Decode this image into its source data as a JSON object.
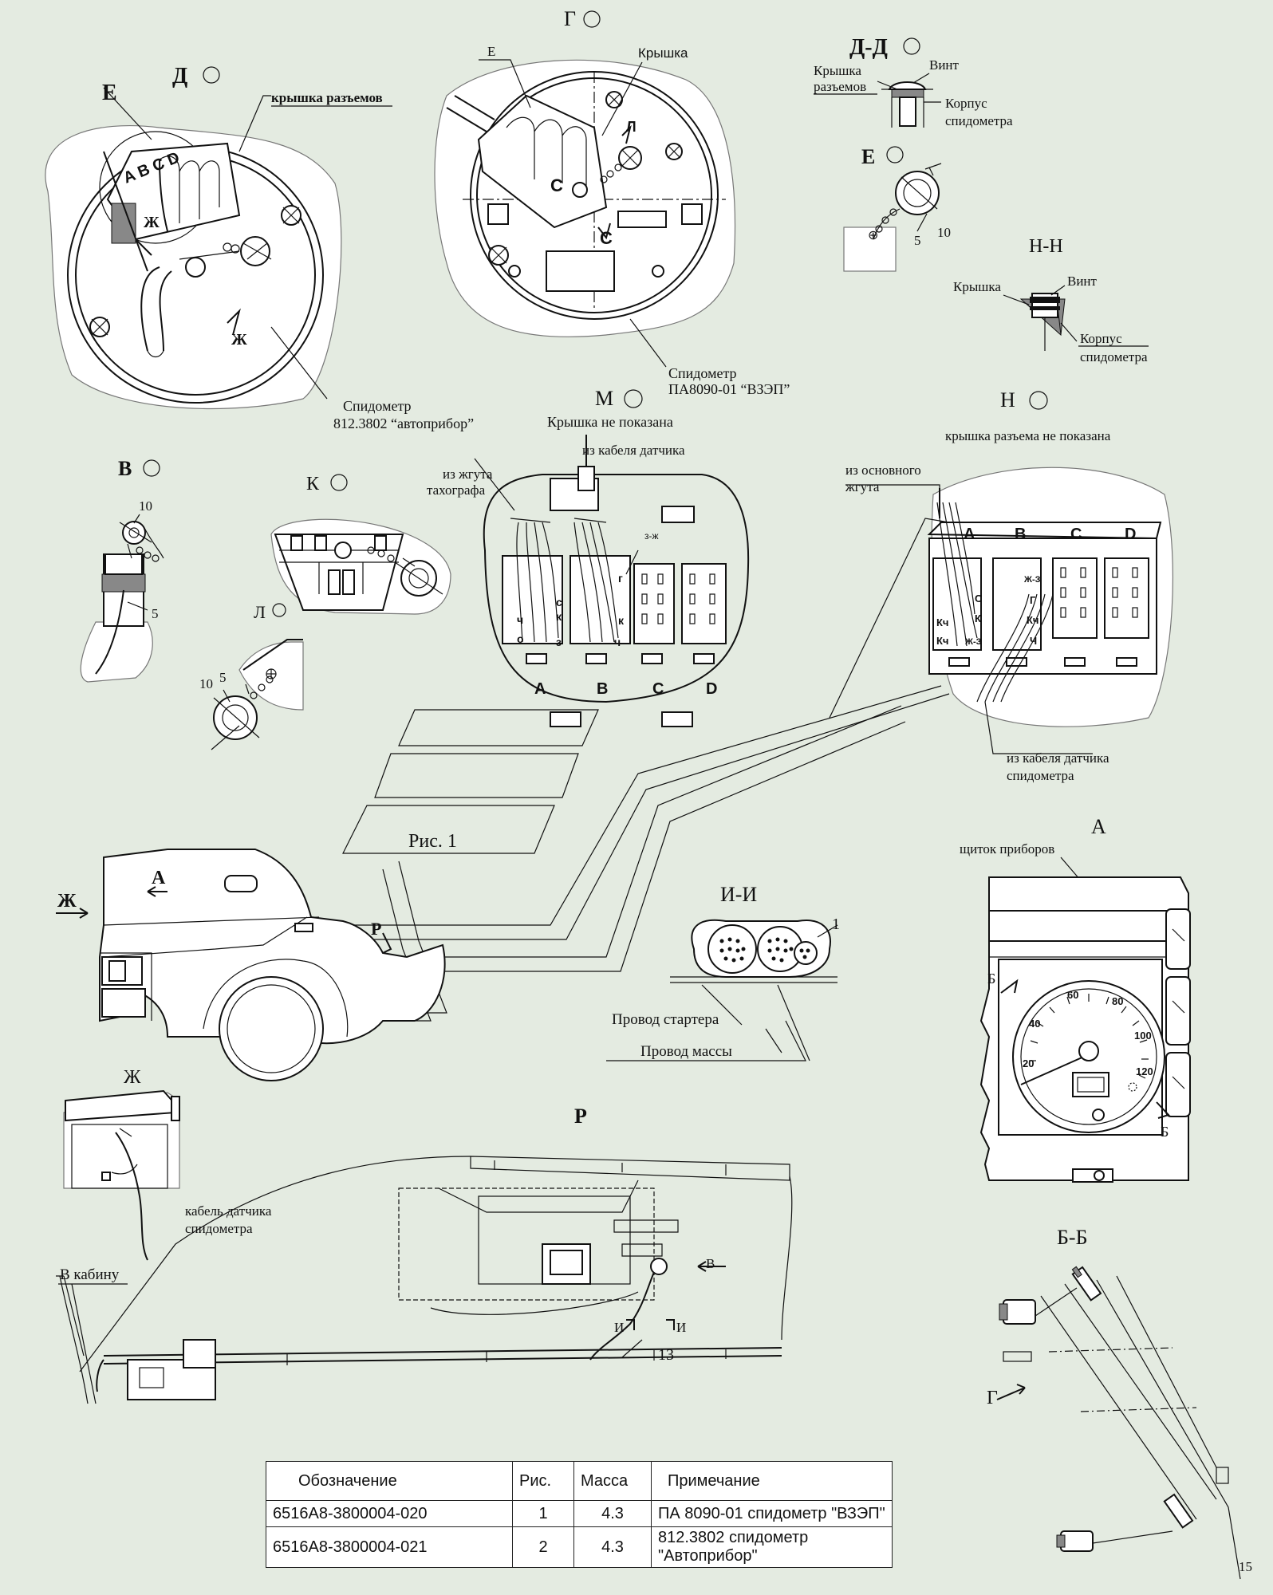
{
  "labels": {
    "d_title": "Д",
    "e_callout": "Е",
    "cover_connectors": "крышка разъемов",
    "conn_letters": "A B C D",
    "zh_arrow": "Ж",
    "speedo1": "Спидометр",
    "speedo1_model": "812.3802 “автоприбор”",
    "g_title": "Г",
    "g_e": "Е",
    "g_cover": "Крышка",
    "g_l": "Л",
    "g_c": "С",
    "speedo2": "Спидометр",
    "speedo2_model": "ПА8090-01 “ВЗЭП”",
    "dd_title": "Д-Д",
    "dd_cover1": "Крышка",
    "dd_cover2": "разъемов",
    "dd_screw": "Винт",
    "dd_body1": "Корпус",
    "dd_body2": "спидометра",
    "e_title": "Е",
    "e_num5": "5",
    "e_num10": "10",
    "hh_title": "Н-Н",
    "hh_cover": "Крышка",
    "hh_screw": "Винт",
    "hh_body1": "Корпус",
    "hh_body2": "спидометра",
    "m_title": "М",
    "m_note": "Крышка не показана",
    "m_sensor": "из кабеля датчика",
    "m_harness1": "из жгута",
    "m_harness2": "тахографа",
    "m_zzh": "з-ж",
    "h_title": "Н",
    "h_note": "крышка разъема не показана",
    "h_main1": "из основного",
    "h_main2": "жгута",
    "h_sensor1": "из кабеля датчика",
    "h_sensor2": "спидометра",
    "v_title": "В",
    "v_num10": "10",
    "v_num5": "5",
    "k_title": "К",
    "l_title": "Л",
    "l_num5": "5",
    "l_num10": "10",
    "fig1": "Рис. 1",
    "truck_a": "А",
    "truck_zh": "Ж",
    "truck_r": "Р",
    "ii_title": "И-И",
    "ii_num1": "1",
    "starter_wire": "Провод стартера",
    "ground_wire": "Провод массы",
    "a_title": "А",
    "panel": "щиток приборов",
    "b_mark": "Б",
    "zh_title": "Ж",
    "zh_cable1": "кабель датчика",
    "zh_cable2": "спидометра",
    "r_title": "Р",
    "to_cab": "В кабину",
    "r_v": "В",
    "r_i": "И",
    "r_num13": "13",
    "bb_title": "Б-Б",
    "bb_g": "Г",
    "page_num": "15",
    "gauge_ticks": [
      "20",
      "40",
      "60",
      "80",
      "100",
      "120"
    ],
    "m_wire_labels": [
      "с",
      "к",
      "ч",
      "з",
      "о",
      "г",
      "к",
      "ч"
    ],
    "m_conn_letters": [
      "A",
      "B",
      "C",
      "D"
    ],
    "h_conn_letters": [
      "A",
      "B",
      "C",
      "D"
    ],
    "h_wire_labels": [
      "С",
      "К",
      "Кч",
      "Кч",
      "Ж-З",
      "Ж-З",
      "Г",
      "Кч",
      "Ч"
    ]
  },
  "table": {
    "headers": [
      "Обозначение",
      "Рис.",
      "Масса",
      "Примечание"
    ],
    "rows": [
      [
        "6516А8-3800004-020",
        "1",
        "4.3",
        "ПА 8090-01 спидометр \"ВЗЭП\""
      ],
      [
        "6516А8-3800004-021",
        "2",
        "4.3",
        "812.3802 спидометр \"Автоприбор\""
      ]
    ]
  }
}
